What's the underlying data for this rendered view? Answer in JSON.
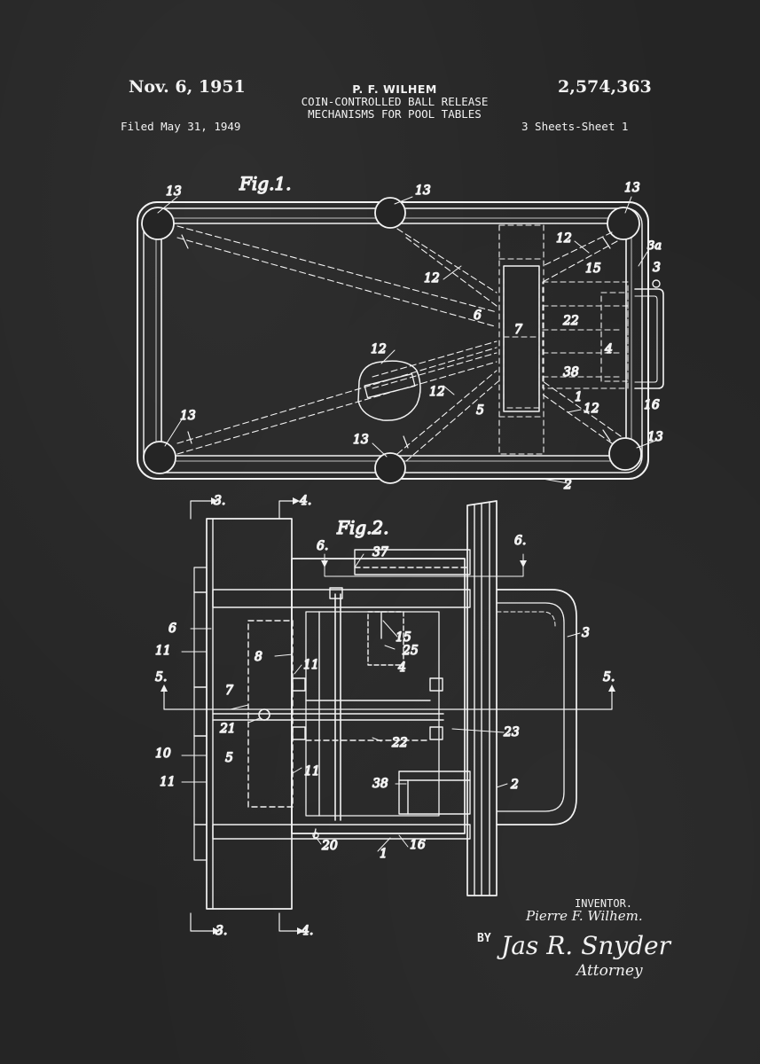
{
  "header": {
    "date": "Nov. 6, 1951",
    "inventor_name": "P. F. WILHEM",
    "title_line1": "COIN-CONTROLLED BALL RELEASE",
    "title_line2": "MECHANISMS FOR POOL TABLES",
    "patent_number": "2,574,363",
    "filed": "Filed May 31, 1949",
    "sheets": "3 Sheets-Sheet 1"
  },
  "figures": {
    "fig1_label": "Fig.1.",
    "fig2_label": "Fig.2."
  },
  "fig1_refs": {
    "pocket": "13",
    "channel": "12",
    "cabinet": "6",
    "box": "7",
    "slide": "15",
    "tray": "22",
    "door": "4",
    "stop": "38",
    "base": "1",
    "bottom": "16",
    "wall": "5",
    "frame": "2",
    "handle": "3",
    "handle_a": "3a"
  },
  "fig2_refs": {
    "section3": "3.",
    "section4": "4.",
    "section5": "5.",
    "section6": "6.",
    "r37": "37",
    "r6": "6",
    "r11": "11",
    "r8": "8",
    "r25": "25",
    "r15": "15",
    "r4": "4",
    "r3": "3",
    "r7": "7",
    "r21": "21",
    "r22": "22",
    "r23": "23",
    "r10": "10",
    "r5": "5",
    "r38": "38",
    "r2": "2",
    "r20": "20",
    "r1": "1",
    "r16": "16"
  },
  "signature": {
    "inventor_heading": "INVENTOR.",
    "inventor_signature": "Pierre F. Wilhem.",
    "by": "BY",
    "attorney_signature": "Jas R. Snyder",
    "attorney_label": "Attorney"
  },
  "colors": {
    "chalkboard": "#252525",
    "chalk": "#f2f2f2"
  }
}
